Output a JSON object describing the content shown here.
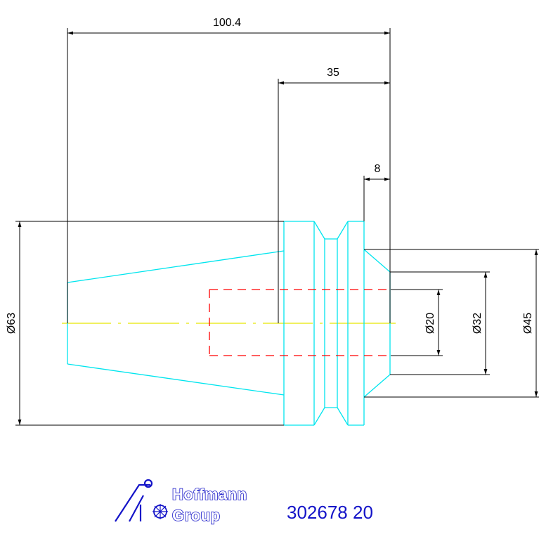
{
  "dimensions": {
    "overall_length": "100.4",
    "nose_length": "35",
    "collar_length": "8",
    "body_diameter": "Ø63",
    "bore_diameter": "Ø20",
    "nose_inner_diameter": "Ø32",
    "nose_outer_diameter": "Ø45"
  },
  "logo": {
    "line1": "Hoffmann",
    "line2": "Group",
    "icon": "hoffmann-group-logo-icon"
  },
  "part_number": "302678 20",
  "colors": {
    "outline": "#00e5ee",
    "dimension": "#000000",
    "hidden_bore": "#ff0000",
    "centerline": "#e6e600",
    "brand_blue": "#1414c8"
  }
}
